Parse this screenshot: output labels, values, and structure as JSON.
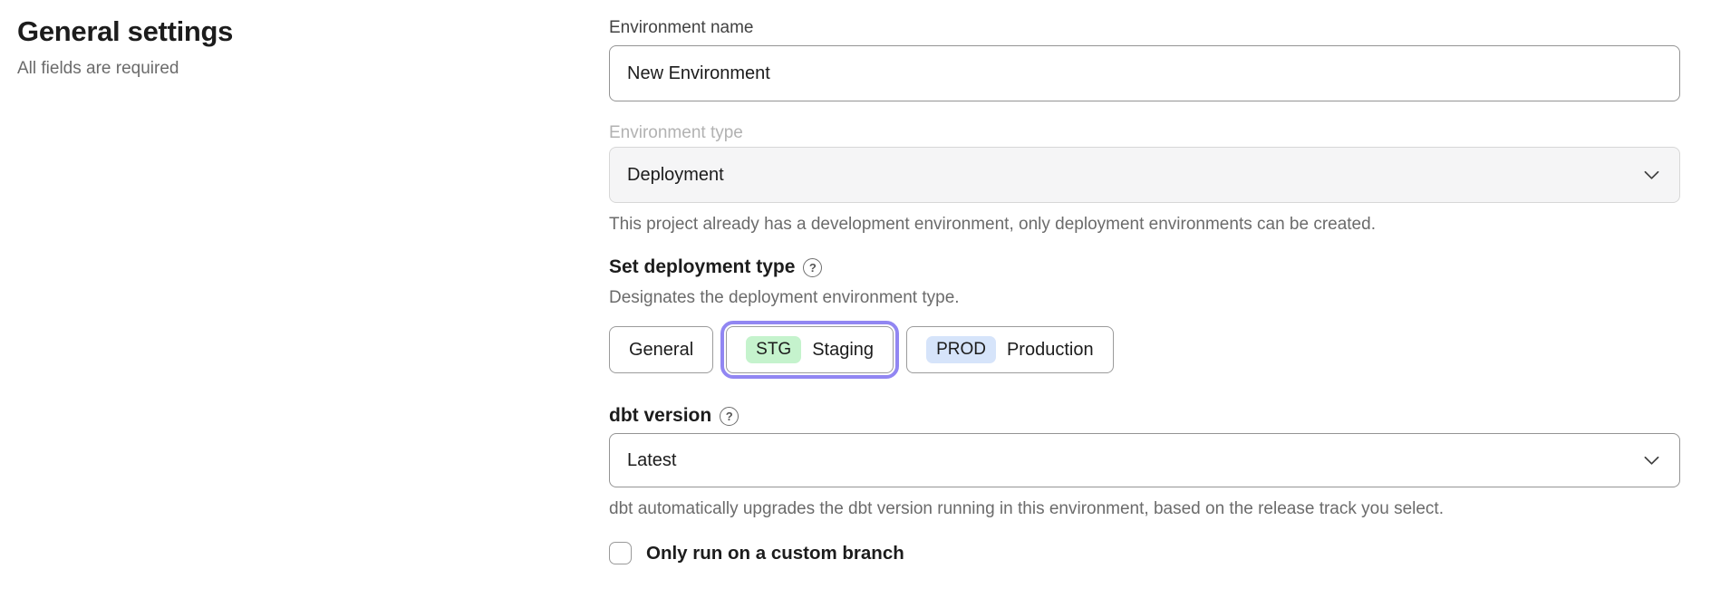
{
  "header": {
    "title": "General settings",
    "subtitle": "All fields are required"
  },
  "form": {
    "environment_name": {
      "label": "Environment name",
      "value": "New Environment"
    },
    "environment_type": {
      "label": "Environment type",
      "value": "Deployment",
      "helper": "This project already has a development environment, only deployment environments can be created.",
      "disabled": true
    },
    "deployment_type": {
      "label": "Set deployment type",
      "helper": "Designates the deployment environment type.",
      "options": [
        {
          "label": "General",
          "badge": "",
          "selected": false
        },
        {
          "label": "Staging",
          "badge": "STG",
          "selected": true
        },
        {
          "label": "Production",
          "badge": "PROD",
          "selected": false
        }
      ]
    },
    "dbt_version": {
      "label": "dbt version",
      "value": "Latest",
      "helper": "dbt automatically upgrades the dbt version running in this environment, based on the release track you select."
    },
    "custom_branch": {
      "label": "Only run on a custom branch",
      "checked": false
    }
  },
  "icons": {
    "help_glyph": "?",
    "help_name": "help-circle-icon",
    "chevron_name": "chevron-down-icon"
  },
  "colors": {
    "accent": "#9186f2",
    "staging_badge_bg": "#c5f3cd",
    "production_badge_bg": "#d6e4fa",
    "text_primary": "#1c1c1c",
    "text_secondary": "#6b6b6b",
    "text_label": "#424242",
    "text_disabled": "#b2b2b2",
    "border_input": "#949494",
    "border_muted": "#d7d7d7",
    "disabled_field_bg": "#f5f5f6"
  }
}
